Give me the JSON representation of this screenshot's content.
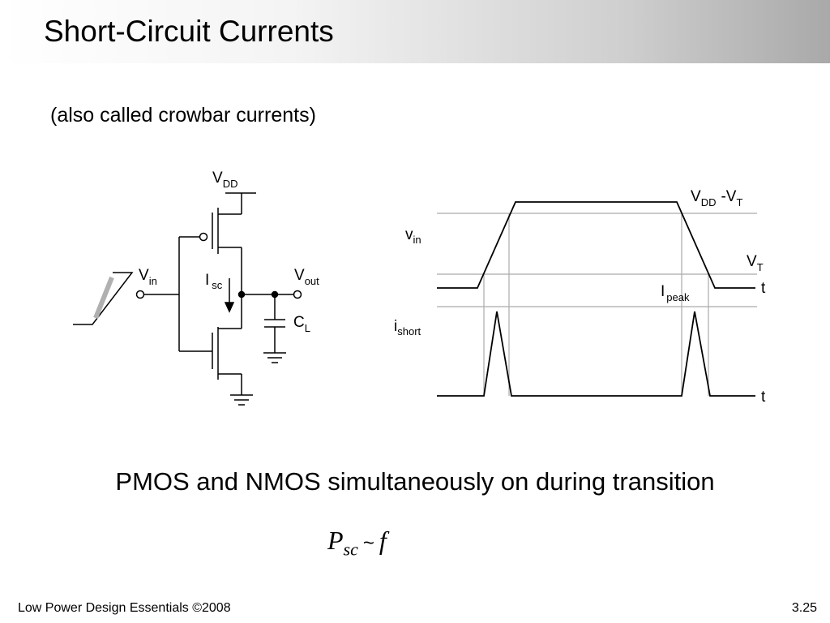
{
  "slide": {
    "title": "Short-Circuit Currents",
    "subtitle": "(also called crowbar currents)",
    "statement": "PMOS and NMOS simultaneously on during transition",
    "formula": {
      "main": "P",
      "sub": "sc",
      "op": "~",
      "rhs": "f"
    },
    "footer_left": "Low Power Design Essentials ©2008",
    "footer_right": "3.25"
  },
  "circuit": {
    "vdd": {
      "main": "V",
      "sub": "DD"
    },
    "vin": {
      "main": "V",
      "sub": "in"
    },
    "vout": {
      "main": "V",
      "sub": "out"
    },
    "isc": {
      "main": "I",
      "sub": "sc"
    },
    "cl": {
      "main": "C",
      "sub": "L"
    }
  },
  "waveform": {
    "vdd_minus_vt": {
      "main": "V",
      "sub": "DD",
      "suffix": "-V",
      "suffix_sub": "T"
    },
    "vt": {
      "main": "V",
      "sub": "T"
    },
    "vin": {
      "main": "v",
      "sub": "in"
    },
    "ishort": {
      "main": "i",
      "sub": "short"
    },
    "ipeak": {
      "main": "I",
      "sub": "peak"
    },
    "t_axis_top": "t",
    "t_axis_bottom": "t"
  },
  "colors": {
    "title_gradient_end": "#a9a9a9",
    "guide_line": "#aaaaaa",
    "slope_fill": "#b0b0b0"
  }
}
